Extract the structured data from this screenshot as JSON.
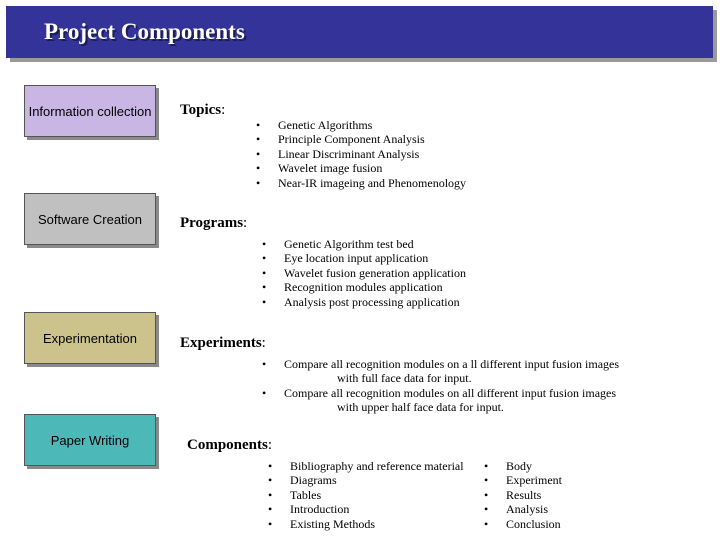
{
  "title": "Project Components",
  "boxes": {
    "info": {
      "label": "Information collection",
      "color": "#C9B6E4"
    },
    "software": {
      "label": "Software Creation",
      "color": "#C0C0C0"
    },
    "experimentation": {
      "label": "Experimentation",
      "color": "#CCC38C"
    },
    "paper": {
      "label": "Paper Writing",
      "color": "#4DB8B8"
    }
  },
  "topics": {
    "heading": "Topics",
    "items": [
      "Genetic Algorithms",
      "Principle Component Analysis",
      "Linear Discriminant Analysis",
      "Wavelet image fusion",
      "Near-IR imageing and Phenomenology"
    ]
  },
  "programs": {
    "heading": "Programs",
    "items": [
      "Genetic Algorithm test bed",
      "Eye location input application",
      "Wavelet fusion generation application",
      "Recognition modules application",
      "Analysis post processing application"
    ]
  },
  "experiments": {
    "heading": "Experiments",
    "items": [
      {
        "line1": "Compare all recognition modules on a ll different input fusion images",
        "line2": "with full face data for input."
      },
      {
        "line1": "Compare all recognition modules on all different input fusion images",
        "line2": "with upper half face data for input."
      }
    ]
  },
  "components": {
    "heading": "Components",
    "left": [
      "Bibliography and reference material",
      "Diagrams",
      "Tables",
      "Introduction",
      "Existing Methods"
    ],
    "right": [
      "Body",
      "Experiment",
      "Results",
      "Analysis",
      "Conclusion"
    ]
  }
}
